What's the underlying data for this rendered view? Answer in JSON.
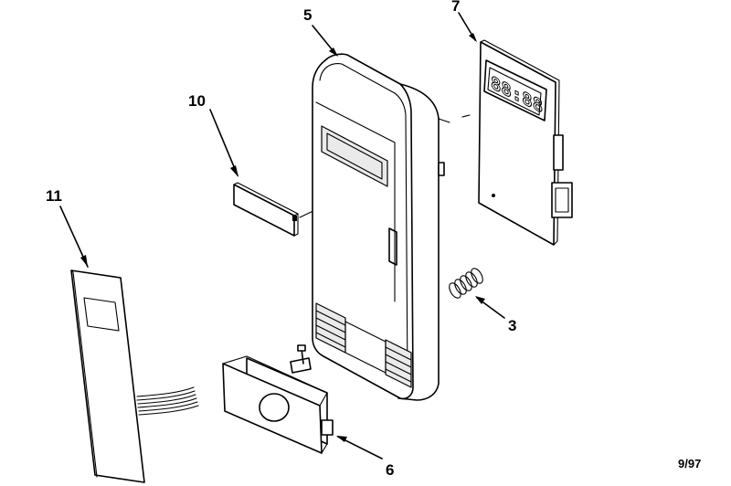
{
  "callouts": {
    "control_panel_frame": "5",
    "display_board": "7",
    "display_window": "10",
    "membrane_keypad": "11",
    "spring": "3",
    "door_button_assembly": "6"
  },
  "display_board_readout": "88:88",
  "date_code": "9/97"
}
